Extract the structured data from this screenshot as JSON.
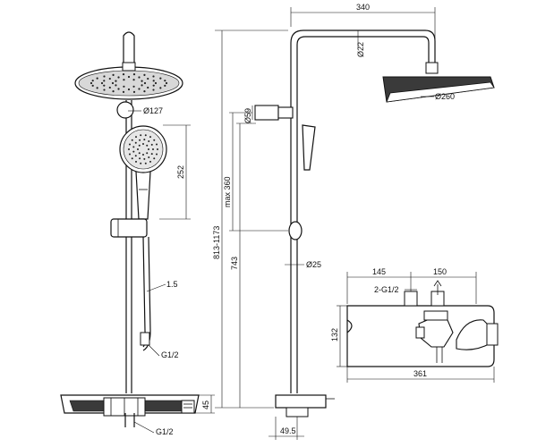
{
  "colors": {
    "line": "#111111",
    "fill_dark": "#3a3a3a",
    "fill_light": "#e6e6e6",
    "background": "#ffffff"
  },
  "front_view": {
    "diameter_handshower": "Ø127",
    "height_handshower": "252",
    "hose_size": "1.5",
    "thread_hose": "G1/2",
    "thread_inlet": "G1/2",
    "shelf_height": "45"
  },
  "side_view": {
    "arm_length": "340",
    "pipe_diameter_top": "Ø22",
    "showerhead_diameter": "Ø260",
    "wall_bracket_diameter": "Ø59",
    "adjustable_height": "813-1173",
    "max_height": "max 360",
    "height_743": "743",
    "bar_diameter": "Ø25",
    "base_offset": "49.5"
  },
  "top_view": {
    "width_145": "145",
    "width_150": "150",
    "inlet_thread": "2-G1/2",
    "depth": "132",
    "total_width": "361"
  }
}
